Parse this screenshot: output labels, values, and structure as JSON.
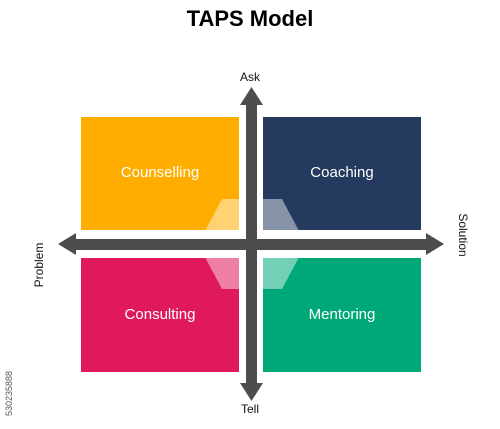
{
  "title": "TAPS Model",
  "axes": {
    "top": "Ask",
    "bottom": "Tell",
    "left": "Problem",
    "right": "Solution"
  },
  "quadrants": [
    {
      "id": "top-left",
      "label": "Counselling",
      "color": "#FFAD00"
    },
    {
      "id": "top-right",
      "label": "Coaching",
      "color": "#243A5E"
    },
    {
      "id": "bottom-left",
      "label": "Consulting",
      "color": "#E0195A"
    },
    {
      "id": "bottom-right",
      "label": "Mentoring",
      "color": "#00A878"
    }
  ],
  "arrow_color": "#4D4D4D",
  "center_shape_color": "#FFFFFF",
  "stock_id": "530235888"
}
